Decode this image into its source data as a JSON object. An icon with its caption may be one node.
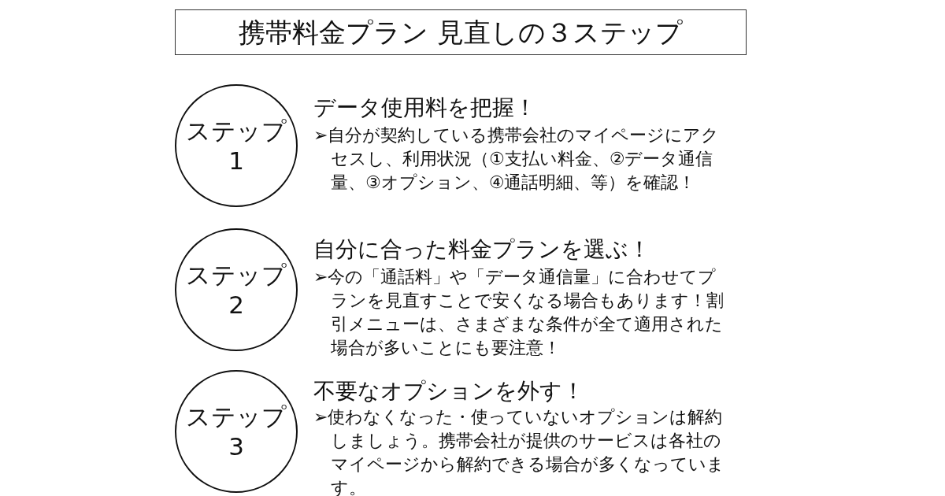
{
  "diagram": {
    "title": "携帯料金プラン 見直しの３ステップ",
    "nodes": [
      {
        "text": [
          "ステップ",
          "1"
        ],
        "beside": [
          "データ使用料を把握！",
          "➢自分が契約している携帯会社のマイページにアクセスし、利用状況（①支払い料金、②データ通信量、③オプション、④通話明細、等）を確認！"
        ]
      },
      {
        "text": [
          "ステップ",
          "2"
        ],
        "beside": [
          "自分に合った料金プランを選ぶ！",
          "➢今の「通話料」や「データ通信量」に合わせてプランを見直すことで安くなる場合もあります！割引メニューは、さまざまな条件が全て適用された場合が多いことにも要注意！"
        ]
      },
      {
        "text": [
          "ステップ",
          "3"
        ],
        "beside": [
          "不要なオプションを外す！",
          "➢使わなくなった・使っていないオプションは解約しましょう。携帯会社が提供のサービスは各社のマイページから解約できる場合が多くなっています。"
        ]
      }
    ]
  }
}
